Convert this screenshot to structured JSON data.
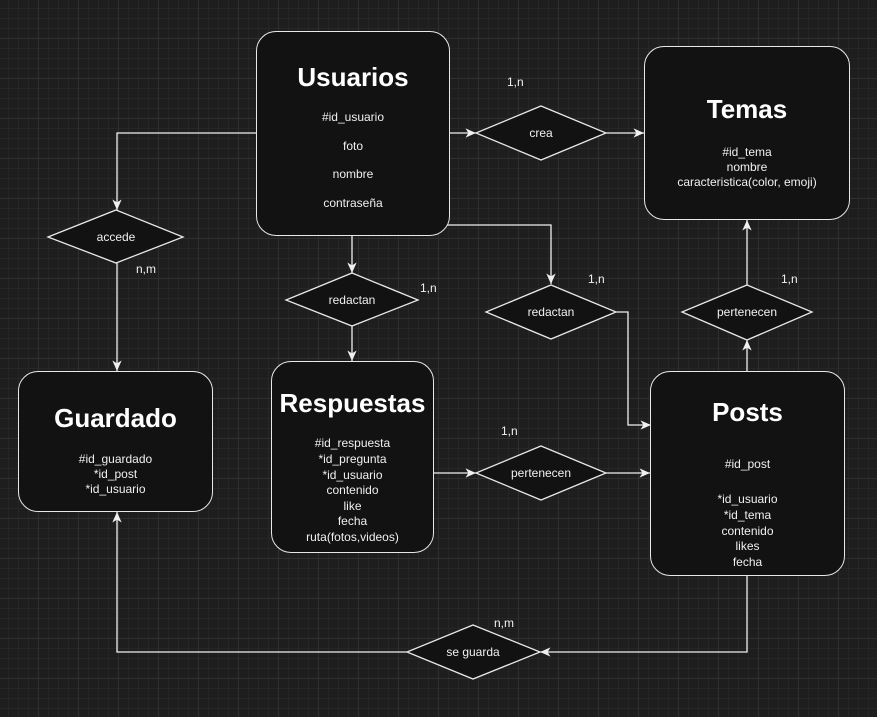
{
  "entities": {
    "usuarios": {
      "name": "Usuarios",
      "attributes": [
        "#id_usuario",
        "foto",
        "nombre",
        "contraseña"
      ]
    },
    "temas": {
      "name": "Temas",
      "attributes": [
        "#id_tema",
        "nombre",
        "caracteristica(color, emoji)"
      ]
    },
    "guardado": {
      "name": "Guardado",
      "attributes": [
        "#id_guardado",
        "*id_post",
        "*id_usuario"
      ]
    },
    "respuestas": {
      "name": "Respuestas",
      "attributes": [
        "#id_respuesta",
        "*id_pregunta",
        "*id_usuario",
        "contenido",
        "like",
        "fecha",
        "ruta(fotos,videos)"
      ]
    },
    "posts": {
      "name": "Posts",
      "attributes": [
        "#id_post",
        "*id_usuario",
        "*id_tema",
        "contenido",
        "likes",
        "fecha"
      ]
    }
  },
  "relationships": {
    "crea": {
      "label": "crea",
      "cardinality": "1,n"
    },
    "accede": {
      "label": "accede",
      "cardinality": "n,m"
    },
    "redactan_respuestas": {
      "label": "redactan",
      "cardinality": "1,n"
    },
    "redactan_posts": {
      "label": "redactan",
      "cardinality": "1,n"
    },
    "pertenecen_temas": {
      "label": "pertenecen",
      "cardinality": "1,n"
    },
    "pertenecen_posts": {
      "label": "pertenecen",
      "cardinality": "1,n"
    },
    "se_guarda": {
      "label": "se guarda",
      "cardinality": "n,m"
    }
  },
  "colors": {
    "background": "#1e1e1e",
    "shape_fill": "#121212",
    "stroke": "#e8e8e8",
    "text": "#f0f0f0"
  }
}
